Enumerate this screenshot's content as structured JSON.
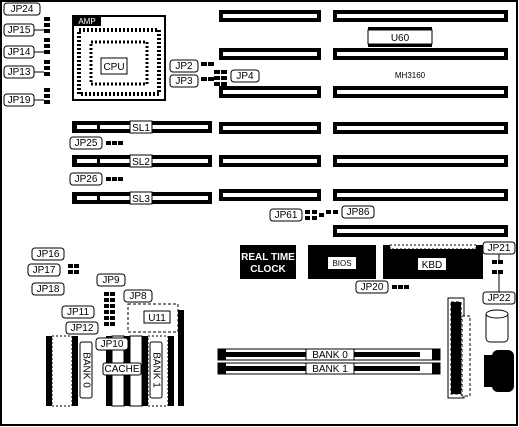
{
  "board": {
    "model": "MH3160",
    "cpu": {
      "brand": "AMP",
      "label": "CPU"
    },
    "chips": {
      "u60": "U60",
      "u11": "U11",
      "bios": "BIOS",
      "kbd": "KBD",
      "rtc_line1": "REAL TIME",
      "rtc_line2": "CLOCK"
    },
    "sl_slots": [
      "SL1",
      "SL2",
      "SL3"
    ],
    "cache": {
      "bank0": "BANK 0",
      "bank1": "BANK 1",
      "cache": "CACHE"
    },
    "dram": {
      "bank0": "BANK 0",
      "bank1": "BANK 1"
    },
    "jumpers": {
      "jp24": "JP24",
      "jp15": "JP15",
      "jp14": "JP14",
      "jp13": "JP13",
      "jp19": "JP19",
      "jp2": "JP2",
      "jp3": "JP3",
      "jp4": "JP4",
      "jp25": "JP25",
      "jp26": "JP26",
      "jp61": "JP61",
      "jp86": "JP86",
      "jp16": "JP16",
      "jp17": "JP17",
      "jp18": "JP18",
      "jp9": "JP9",
      "jp8": "JP8",
      "jp11": "JP11",
      "jp10": "JP10",
      "jp12": "JP12",
      "jp20": "JP20",
      "jp21": "JP21",
      "jp22": "JP22"
    }
  }
}
